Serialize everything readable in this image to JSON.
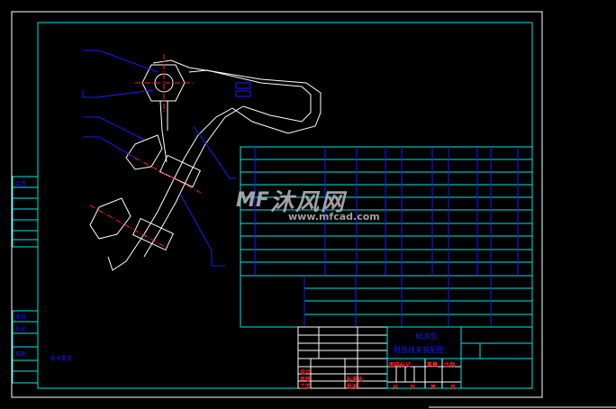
{
  "drawing": {
    "title_line1": "NLD型",
    "title_line2": "耐张线夹装配图",
    "notes_heading": "技术要求",
    "sidebar_labels": [
      "会签",
      "审核",
      "标记",
      "描图"
    ],
    "titleblock_labels": {
      "mark": "图样标记",
      "weight": "重量",
      "scale": "比例",
      "total": "共",
      "sheet": "第",
      "page": "页",
      "designer": "设计",
      "checker": "审核",
      "process": "工艺",
      "standard": "标准化",
      "approve": "批准"
    }
  },
  "watermark": {
    "logo": "MF",
    "name": "沐风网",
    "url": "www.mfcad.com"
  },
  "colors": {
    "background": "#000000",
    "frame": "#00e5e5",
    "text": "#1a1aff",
    "part": "#ffffff",
    "centerline": "#ff2020"
  }
}
